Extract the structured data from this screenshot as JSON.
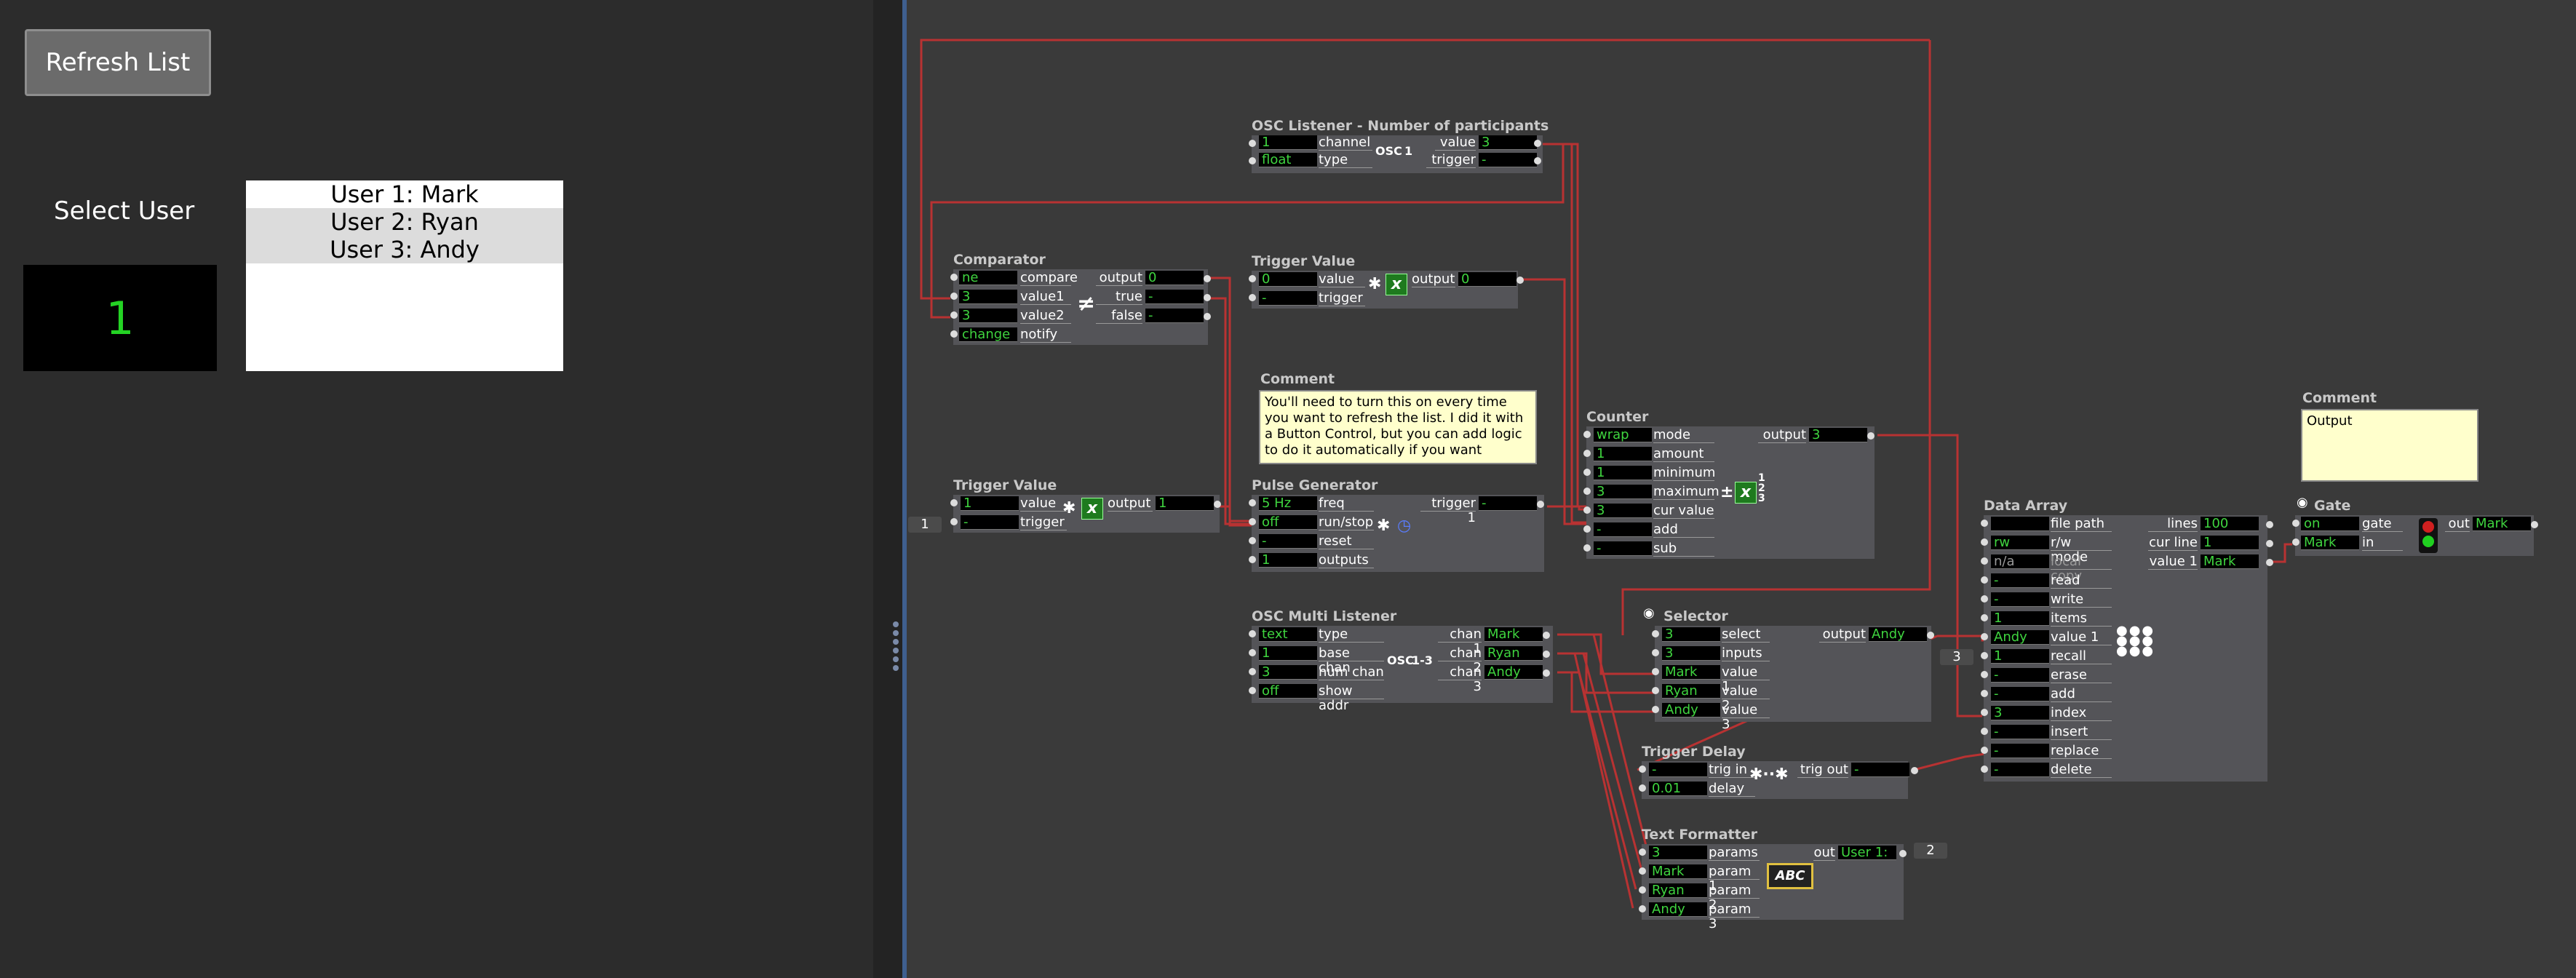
{
  "left_panel": {
    "refresh_button": "Refresh List",
    "select_user_label": "Select User",
    "selected_number": "1",
    "users": [
      "User 1: Mark",
      "User 2: Ryan",
      "User 3: Andy"
    ]
  },
  "osc_listener": {
    "title": "OSC Listener - Number of participants",
    "channel": "1",
    "type": "float",
    "value": "3",
    "trigger": "-",
    "labels": {
      "channel": "channel",
      "type": "type",
      "value": "value",
      "trigger": "trigger",
      "osc": "OSC",
      "num": "1"
    }
  },
  "comparator": {
    "title": "Comparator",
    "compare": "ne",
    "value1": "3",
    "value2": "3",
    "notify": "change",
    "output": "0",
    "true": "-",
    "false": "-",
    "labels": {
      "compare": "compare",
      "value1": "value1",
      "value2": "value2",
      "notify": "notify",
      "output": "output",
      "true": "true",
      "false": "false"
    }
  },
  "trigger_value_top": {
    "title": "Trigger Value",
    "value": "0",
    "trigger": "-",
    "output": "0",
    "labels": {
      "value": "value",
      "trigger": "trigger",
      "output": "output"
    }
  },
  "comment_mid": {
    "title": "Comment",
    "text": "You'll need to turn this on every time you want to refresh the list. I did it with a Button Control, but you can add logic to do it automatically if you want"
  },
  "trigger_value_left": {
    "title": "Trigger Value",
    "value": "1",
    "trigger": "-",
    "output": "1",
    "input_tag": "1",
    "labels": {
      "value": "value",
      "trigger": "trigger",
      "output": "output"
    }
  },
  "pulse_generator": {
    "title": "Pulse Generator",
    "freq": "5 Hz",
    "run_stop": "off",
    "reset": "-",
    "outputs": "1",
    "trigger1": "-",
    "labels": {
      "freq": "freq",
      "run_stop": "run/stop",
      "reset": "reset",
      "outputs": "outputs",
      "trigger1": "trigger 1"
    }
  },
  "counter": {
    "title": "Counter",
    "mode": "wrap",
    "amount": "1",
    "minimum": "1",
    "maximum": "3",
    "cur_value": "3",
    "add": "-",
    "sub": "-",
    "output": "3",
    "labels": {
      "mode": "mode",
      "amount": "amount",
      "minimum": "minimum",
      "maximum": "maximum",
      "cur_value": "cur value",
      "add": "add",
      "sub": "sub",
      "output": "output"
    }
  },
  "osc_multi_listener": {
    "title": "OSC Multi Listener",
    "type": "text",
    "base_chan": "1",
    "num_chan": "3",
    "show_addr": "off",
    "chan1": "Mark",
    "chan2": "Ryan",
    "chan3": "Andy",
    "labels": {
      "type": "type",
      "base_chan": "base chan",
      "num_chan": "num chan",
      "show_addr": "show addr",
      "chan1": "chan 1",
      "chan2": "chan 2",
      "chan3": "chan 3",
      "range": "1-3"
    }
  },
  "selector": {
    "title": "Selector",
    "select": "3",
    "inputs": "3",
    "value1": "Mark",
    "value2": "Ryan",
    "value3": "Andy",
    "output": "Andy",
    "out_tag": "3",
    "labels": {
      "select": "select",
      "inputs": "inputs",
      "value1": "value 1",
      "value2": "value 2",
      "value3": "value 3",
      "output": "output"
    }
  },
  "trigger_delay": {
    "title": "Trigger Delay",
    "trig_in": "-",
    "delay": "0.01 Sec",
    "trig_out": "-",
    "labels": {
      "trig_in": "trig in",
      "delay": "delay",
      "trig_out": "trig out"
    }
  },
  "text_formatter": {
    "title": "Text Formatter",
    "params": "3",
    "param1": "Mark",
    "param2": "Ryan",
    "param3": "Andy",
    "out": "User 1:",
    "out_tag": "2",
    "labels": {
      "params": "params",
      "param1": "param 1",
      "param2": "param 2",
      "param3": "param 3",
      "out": "out",
      "abc": "ABC"
    }
  },
  "data_array": {
    "title": "Data Array",
    "file_path": "",
    "rw_mode": "rw",
    "local_copy": "n/a",
    "read": "-",
    "write": "-",
    "items": "1",
    "value1": "Andy",
    "recall": "1",
    "erase": "-",
    "add": "-",
    "index": "3",
    "insert": "-",
    "replace": "-",
    "delete": "-",
    "lines": "100",
    "cur_line": "1",
    "value1_out": "Mark",
    "labels": {
      "file_path": "file path",
      "rw_mode": "r/w mode",
      "local_copy": "local copy",
      "read": "read",
      "write": "write",
      "items": "items",
      "value1": "value 1",
      "recall": "recall",
      "erase": "erase",
      "add": "add",
      "index": "index",
      "insert": "insert",
      "replace": "replace",
      "delete": "delete",
      "lines": "lines",
      "cur_line": "cur line",
      "value1_out": "value 1"
    }
  },
  "comment_right": {
    "title": "Comment",
    "text": "Output"
  },
  "gate": {
    "title": "Gate",
    "gate": "on",
    "in": "Mark",
    "out": "Mark",
    "labels": {
      "gate": "gate",
      "in": "in",
      "out": "out"
    }
  },
  "colors": {
    "wire": "#b83232",
    "wire_green": "#3caa3c",
    "value_text": "#3fd43f"
  }
}
